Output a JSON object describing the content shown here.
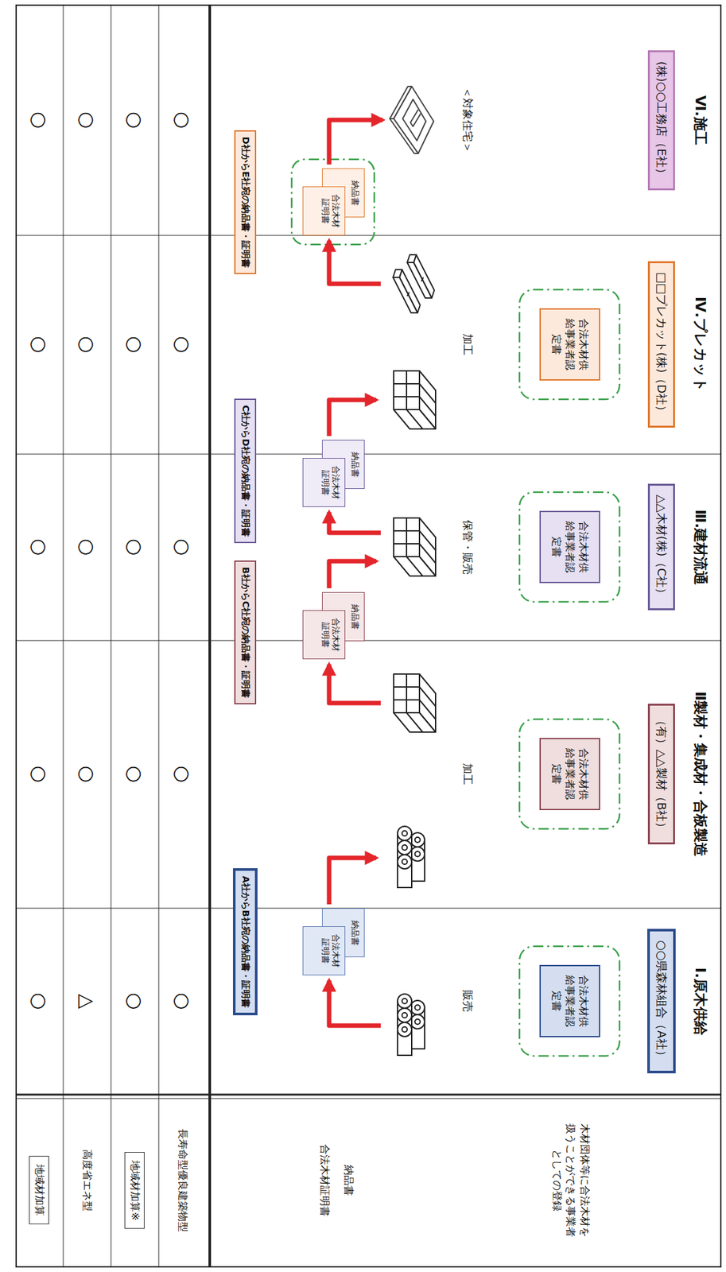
{
  "diagram": {
    "nodes": [
      {
        "text": [
          "○○県森林組合（A社）"
        ]
      },
      {
        "text": [
          "（有）△△製材（B社）"
        ]
      },
      {
        "text": [
          "△△木材(株)（C社）"
        ]
      },
      {
        "text": [
          "□□プレカット(株)（D社）"
        ]
      },
      {
        "text": [
          "(株)○○工務店（E社）"
        ]
      },
      {
        "text": [
          "合法木材供給事業者認定書"
        ]
      },
      {
        "text": [
          "合法木材供給事業者認定書"
        ]
      },
      {
        "text": [
          "合法木材供給事業者認定書"
        ]
      },
      {
        "text": [
          "合法木材供給事業者認定書"
        ]
      },
      {
        "text": [
          "納品書"
        ]
      },
      {
        "text": [
          "合法木材証明書"
        ]
      },
      {
        "text": [
          "納品書"
        ]
      },
      {
        "text": [
          "合法木材証明書"
        ]
      },
      {
        "text": [
          "納品書"
        ]
      },
      {
        "text": [
          "合法木材証明書"
        ]
      },
      {
        "text": [
          "納品書"
        ]
      },
      {
        "text": [
          "合法木材証明書"
        ]
      },
      {
        "text": [
          "A社からB社宛の納品書・証明書"
        ]
      },
      {
        "text": [
          "B社からC社宛の納品書・証明書"
        ]
      },
      {
        "text": [
          "C社からD社宛の納品書・証明書"
        ]
      },
      {
        "text": [
          "D社からE社宛の納品書・証明書"
        ]
      }
    ],
    "labels": [
      "Ⅰ.原木供給",
      "Ⅱ製材・集成材・合板製造",
      "Ⅲ.建材流通",
      "Ⅳ.プレカット",
      "Ⅵ.施工",
      "木材団体等に合法木材を扱うことができる事業者としての登録",
      "販売",
      "加工",
      "保管・販売",
      "加工",
      "＜対象住宅＞",
      "納品書",
      "合法木材証明書",
      "長寿命型優良建築物型",
      "○",
      "○",
      "○",
      "○",
      "○",
      "地域材加算※",
      "○",
      "○",
      "○",
      "○",
      "○",
      "高度省エネ型",
      "△",
      "○",
      "○",
      "○",
      "○",
      "地域材加算",
      "○",
      "○",
      "○",
      "○",
      "○"
    ]
  }
}
